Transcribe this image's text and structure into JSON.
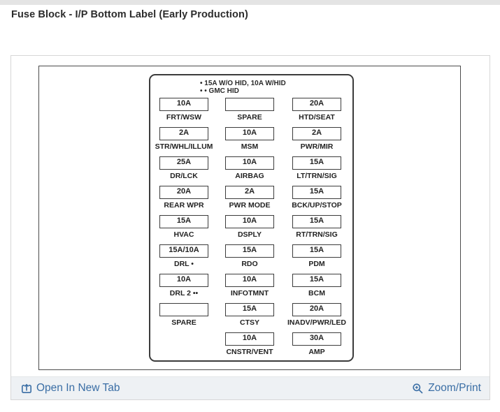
{
  "header": {
    "title": "Fuse Block - I/P Bottom Label (Early Production)"
  },
  "diagram": {
    "notes": [
      "• 15A W/O HID, 10A W/HID",
      "• • GMC HID"
    ],
    "rows": [
      [
        {
          "amp": "10A",
          "label": "FRT/WSW"
        },
        {
          "amp": "",
          "label": "SPARE"
        },
        {
          "amp": "20A",
          "label": "HTD/SEAT"
        }
      ],
      [
        {
          "amp": "2A",
          "label": "STR/WHL/ILLUM"
        },
        {
          "amp": "10A",
          "label": "MSM"
        },
        {
          "amp": "2A",
          "label": "PWR/MIR"
        }
      ],
      [
        {
          "amp": "25A",
          "label": "DR/LCK"
        },
        {
          "amp": "10A",
          "label": "AIRBAG"
        },
        {
          "amp": "15A",
          "label": "LT/TRN/SIG"
        }
      ],
      [
        {
          "amp": "20A",
          "label": "REAR WPR"
        },
        {
          "amp": "2A",
          "label": "PWR MODE"
        },
        {
          "amp": "15A",
          "label": "BCK/UP/STOP"
        }
      ],
      [
        {
          "amp": "15A",
          "label": "HVAC"
        },
        {
          "amp": "10A",
          "label": "DSPLY"
        },
        {
          "amp": "15A",
          "label": "RT/TRN/SIG"
        }
      ],
      [
        {
          "amp": "15A/10A",
          "label": "DRL •"
        },
        {
          "amp": "15A",
          "label": "RDO"
        },
        {
          "amp": "15A",
          "label": "PDM"
        }
      ],
      [
        {
          "amp": "10A",
          "label": "DRL 2 ••"
        },
        {
          "amp": "10A",
          "label": "INFOTMNT"
        },
        {
          "amp": "15A",
          "label": "BCM"
        }
      ],
      [
        {
          "amp": "",
          "label": "SPARE"
        },
        {
          "amp": "15A",
          "label": "CTSY"
        },
        {
          "amp": "20A",
          "label": "INADV/PWR/LED"
        }
      ],
      [
        null,
        {
          "amp": "10A",
          "label": "CNSTR/VENT"
        },
        {
          "amp": "30A",
          "label": "AMP"
        }
      ]
    ]
  },
  "footer": {
    "open_in_new_tab": "Open In New Tab",
    "zoom_print": "Zoom/Print"
  },
  "icons": {
    "open_link": "open-in-new-tab-icon",
    "zoom_link": "zoom-magnifier-icon"
  },
  "colors": {
    "link": "#3a6ea5",
    "footer_bg": "#eef1f4",
    "panel_border": "#d7d7d7",
    "image_border": "#4b4b4b",
    "diagram_border": "#3b3b3b"
  }
}
